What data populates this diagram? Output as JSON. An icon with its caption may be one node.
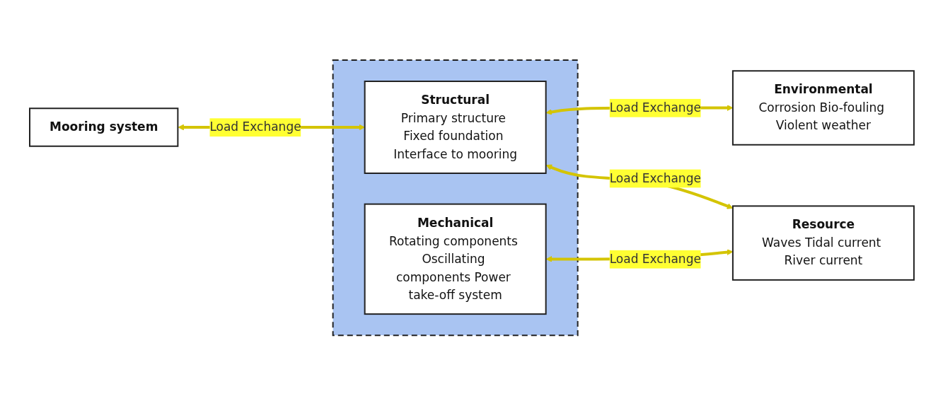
{
  "diagram": {
    "nodes": [
      {
        "text": [
          "Mooring system"
        ]
      },
      {
        "text": [],
        "shape": "box"
      },
      {
        "text": [
          "Structural",
          "Primary structure Fixed foundation Interface to mooring"
        ],
        "in": 1
      },
      {
        "text": [
          "Mechanical",
          "Rotating components Oscillating components Power take-off system"
        ],
        "in": 1
      },
      {
        "text": [
          "Environmental",
          "Corrosion Bio-fouling Violent weather"
        ]
      },
      {
        "text": [
          "Resource",
          "Waves Tidal current River current"
        ]
      }
    ],
    "edges": [
      {
        "from": 0,
        "to": 2,
        "arrow": "both",
        "label": "Load Exchange"
      },
      {
        "from": 2,
        "to": 4,
        "arrow": "both",
        "label": "Load Exchange"
      },
      {
        "from": 2,
        "to": 5,
        "arrow": "both",
        "label": "Load Exchange"
      },
      {
        "from": 3,
        "to": 5,
        "arrow": "both",
        "label": "Load Exchange"
      }
    ]
  }
}
